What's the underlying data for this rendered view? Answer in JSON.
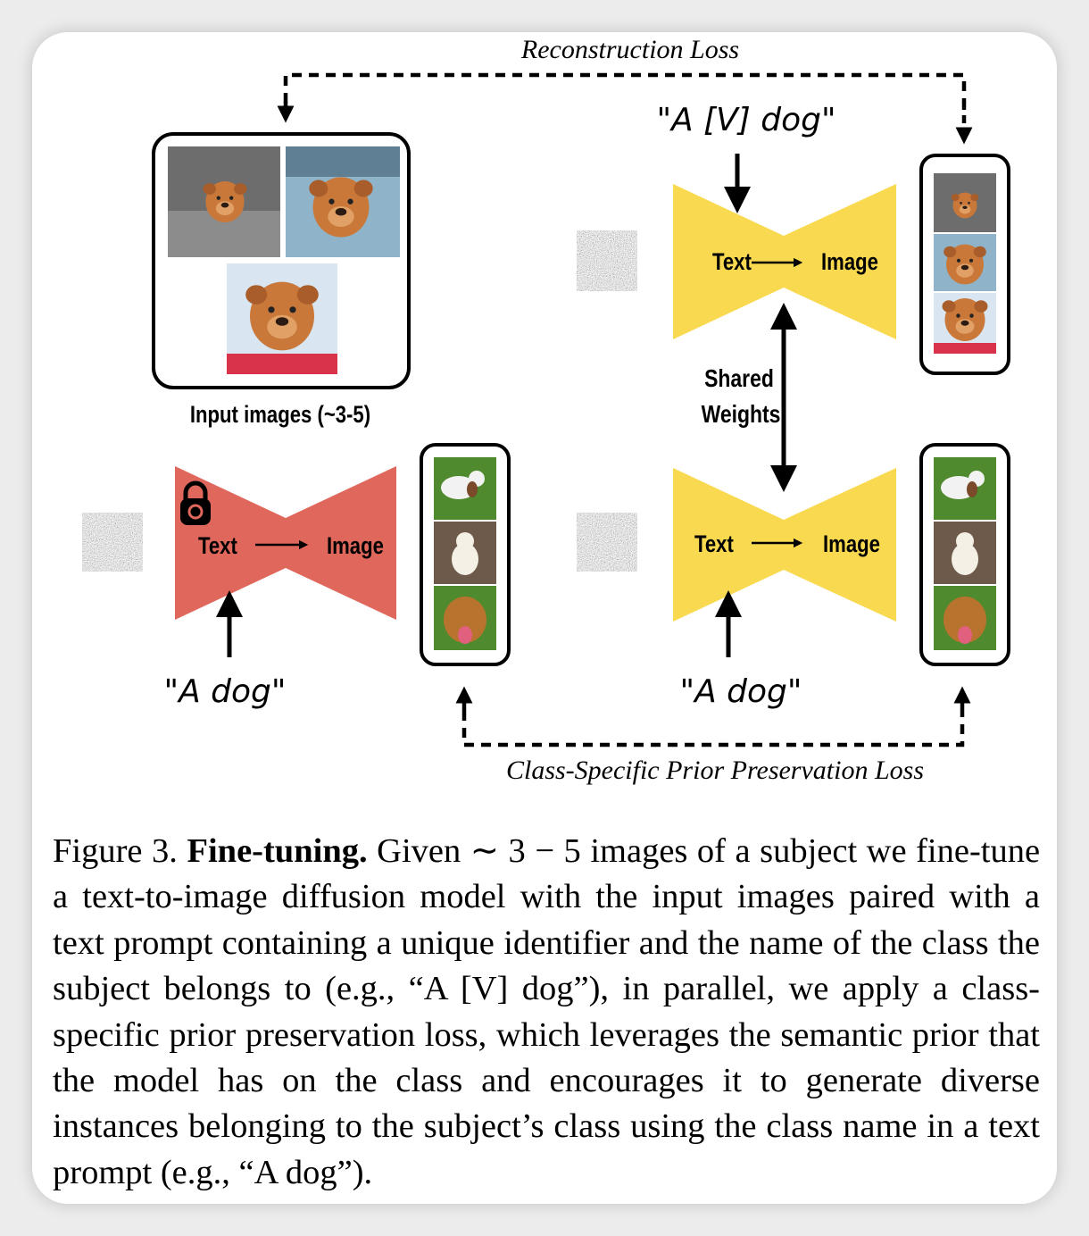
{
  "labels": {
    "reconstruction_loss": "Reconstruction Loss",
    "prior_loss": "Class-Specific Prior Preservation Loss",
    "input_images": "Input images (~3-5)",
    "prompt_identifier": "\"A [V] dog\"",
    "prompt_class": "\"A dog\"",
    "text": "Text",
    "image": "Image",
    "shared_weights_line1": "Shared",
    "shared_weights_line2": "Weights"
  },
  "caption": {
    "figure_label": "Figure 3.",
    "bold": "Fine-tuning.",
    "given": "Given",
    "math": "∼ 3 − 5",
    "body": "images of a subject we fine-tune a text-to-image diffusion model with the input images paired with a text prompt containing a unique identifier and the name of the class the subject belongs to (e.g., “A [V] dog”), in parallel, we apply a class-specific prior preservation loss, which leverages the semantic prior that the model has on the class and encourages it to generate diverse instances belonging to the subject’s class using the class name in a text prompt (e.g., “A dog”)."
  },
  "colors": {
    "frozen_model": "#e0675b",
    "trainable_model": "#f8d94f",
    "chow_fur": "#c9783a",
    "grass": "#4f8a2e"
  },
  "icons": [
    "lock-icon",
    "noise-icon",
    "dog-photo"
  ]
}
